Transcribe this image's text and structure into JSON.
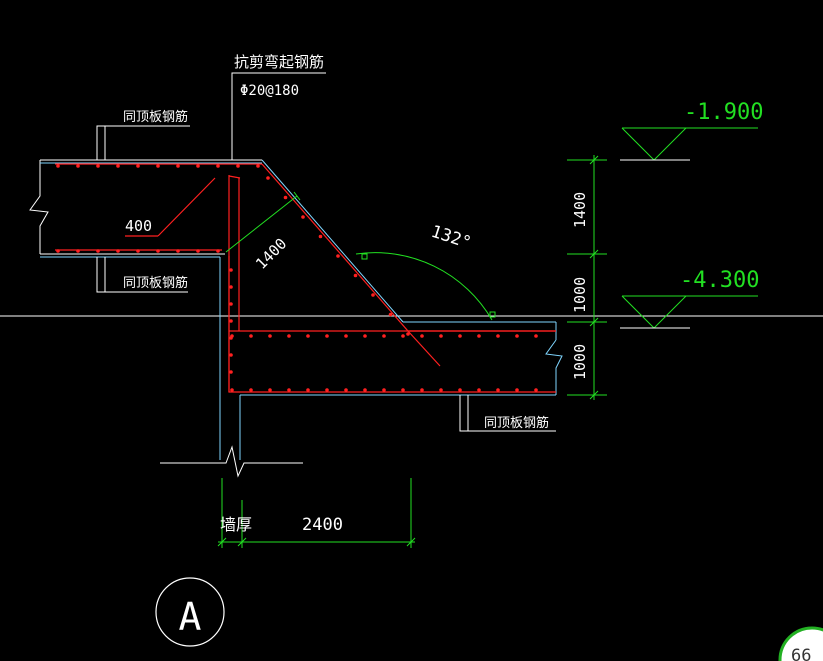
{
  "labels": {
    "bent_bar_title": "抗剪弯起钢筋",
    "bent_bar_spec": "Φ20@180",
    "same_as_top_1": "同顶板钢筋",
    "same_as_top_2": "同顶板钢筋",
    "same_as_top_3": "同顶板钢筋",
    "dim_400": "400",
    "dim_1400_diag": "1400",
    "angle": "132°",
    "elev_upper": "-1.900",
    "elev_lower": "-4.300",
    "dim_1400_vert": "1400",
    "dim_1000_a": "1000",
    "dim_1000_b": "1000",
    "wall_thickness": "墙厚",
    "dim_2400": "2400",
    "section_mark": "A",
    "zoom_badge": "66"
  },
  "colors": {
    "background": "#000000",
    "outline": "#ffffff",
    "concrete_edge": "#7fd6ff",
    "rebar": "#ff2020",
    "dimension": "#22e022"
  }
}
